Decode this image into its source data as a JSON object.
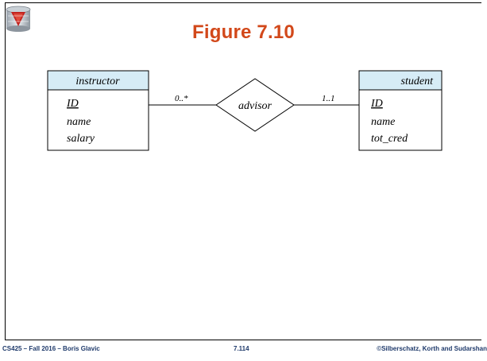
{
  "slide": {
    "title": "Figure 7.10"
  },
  "diagram": {
    "entities": [
      {
        "name": "instructor",
        "attributes": [
          "ID",
          "name",
          "salary"
        ],
        "key": "ID"
      },
      {
        "name": "student",
        "attributes": [
          "ID",
          "name",
          "tot_cred"
        ],
        "key": "ID"
      }
    ],
    "relationship": {
      "name": "advisor",
      "left_cardinality": "0..*",
      "right_cardinality": "1..1"
    },
    "colors": {
      "entity_header": "#d6ecf6",
      "line": "#000000"
    }
  },
  "footer": {
    "left": "CS425 – Fall 2016 – Boris Glavic",
    "center": "7.114",
    "right": "©Silberschatz, Korth and Sudarshan"
  },
  "colors": {
    "title": "#d2481a",
    "footer": "#1f3a6b"
  }
}
